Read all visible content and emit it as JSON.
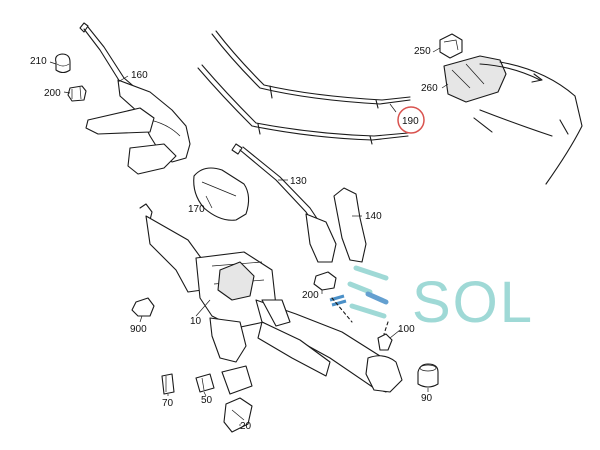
{
  "diagram": {
    "colors": {
      "line": "#1a1a1a",
      "highlight_circle": "#d9534f",
      "logo_teal": "#8fd3cf",
      "logo_blue": "#4a90c8"
    },
    "callouts": {
      "c210": "210",
      "c200a": "200",
      "c160": "160",
      "c190": "190",
      "c250": "250",
      "c260": "260",
      "c170": "170",
      "c130": "130",
      "c140": "140",
      "c200b": "200",
      "c100": "100",
      "c900": "900",
      "c10": "10",
      "c70": "70",
      "c50": "50",
      "c90": "90",
      "c20": "20"
    },
    "highlighted_part": "190",
    "watermark": {
      "text": "SOL"
    }
  }
}
